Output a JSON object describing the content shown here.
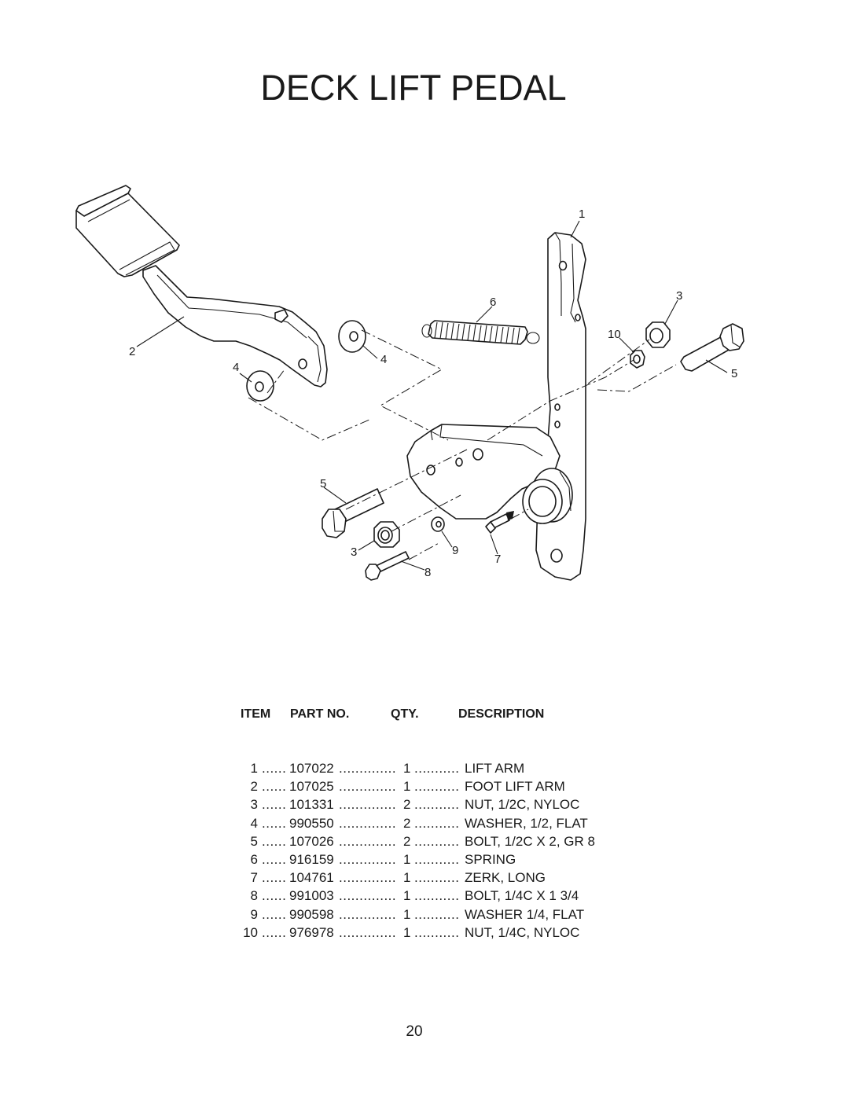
{
  "page": {
    "title": "DECK LIFT PEDAL",
    "page_number": "20"
  },
  "diagram": {
    "callouts": [
      {
        "id": "callout-1",
        "label": "1"
      },
      {
        "id": "callout-2",
        "label": "2"
      },
      {
        "id": "callout-3a",
        "label": "3"
      },
      {
        "id": "callout-3b",
        "label": "3"
      },
      {
        "id": "callout-4a",
        "label": "4"
      },
      {
        "id": "callout-4b",
        "label": "4"
      },
      {
        "id": "callout-5a",
        "label": "5"
      },
      {
        "id": "callout-5b",
        "label": "5"
      },
      {
        "id": "callout-6",
        "label": "6"
      },
      {
        "id": "callout-7",
        "label": "7"
      },
      {
        "id": "callout-8",
        "label": "8"
      },
      {
        "id": "callout-9",
        "label": "9"
      },
      {
        "id": "callout-10",
        "label": "10"
      }
    ]
  },
  "parts_table": {
    "headers": {
      "item": "ITEM",
      "part_no": "PART NO.",
      "qty": "QTY.",
      "description": "DESCRIPTION"
    },
    "leaders": {
      "after_item": "......",
      "after_part": "..............",
      "after_qty": "..........."
    },
    "rows": [
      {
        "item": "1",
        "part_no": "107022",
        "qty": "1",
        "description": "LIFT ARM"
      },
      {
        "item": "2",
        "part_no": "107025",
        "qty": "1",
        "description": "FOOT LIFT ARM"
      },
      {
        "item": "3",
        "part_no": "101331",
        "qty": "2",
        "description": "NUT, 1/2C, NYLOC"
      },
      {
        "item": "4",
        "part_no": "990550",
        "qty": "2",
        "description": "WASHER, 1/2, FLAT"
      },
      {
        "item": "5",
        "part_no": "107026",
        "qty": "2",
        "description": "BOLT, 1/2C X 2, GR 8"
      },
      {
        "item": "6",
        "part_no": "916159",
        "qty": "1",
        "description": "SPRING"
      },
      {
        "item": "7",
        "part_no": "104761",
        "qty": "1",
        "description": "ZERK, LONG"
      },
      {
        "item": "8",
        "part_no": "991003",
        "qty": "1",
        "description": "BOLT, 1/4C X 1 3/4"
      },
      {
        "item": "9",
        "part_no": "990598",
        "qty": "1",
        "description": "WASHER 1/4, FLAT"
      },
      {
        "item": "10",
        "part_no": "976978",
        "qty": "1",
        "description": "NUT, 1/4C, NYLOC"
      }
    ]
  }
}
